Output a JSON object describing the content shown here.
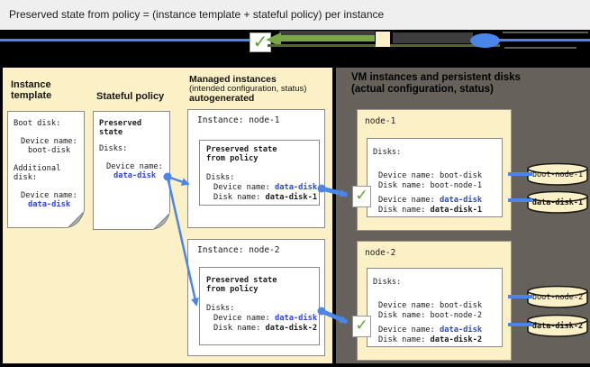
{
  "page": {
    "title": "Preserved state from policy = (instance template + stateful policy) per instance"
  },
  "icons": {
    "check": "✓"
  },
  "colors": {
    "cream": "#fcf0c7",
    "panel_dark": "#66615a",
    "blue_text": "#2b46d9",
    "connector_blue": "#4a86e8",
    "check_green": "#5fa131",
    "arrow_green": "#79a646"
  },
  "intended": {
    "template": {
      "header": "Instance template",
      "boot_disk_label": "Boot disk:",
      "boot_device_label": "Device name:",
      "boot_device_value": "boot-disk",
      "additional_line1": "Additional",
      "additional_line2": "disk:",
      "data_device_label": "Device name:",
      "data_device_value": "data-disk"
    },
    "policy": {
      "header": "Stateful policy",
      "title_line1": "Preserved",
      "title_line2": "state",
      "disks_label": "Disks:",
      "device_label": "Device name:",
      "device_value": "data-disk"
    },
    "managed": {
      "header_line1": "Managed instances",
      "header_line2": "(intended configuration, status)",
      "header_line3": "autogenerated",
      "instances": [
        {
          "title": "Instance: node-1",
          "preserved_line1": "Preserved state",
          "preserved_line2": "from policy",
          "disks_label": "Disks:",
          "device_label": "Device name: ",
          "device_value": "data-disk",
          "disk_label": "Disk name: ",
          "disk_value": "data-disk-1"
        },
        {
          "title": "Instance: node-2",
          "preserved_line1": "Preserved state",
          "preserved_line2": "from policy",
          "disks_label": "Disks:",
          "device_label": "Device name: ",
          "device_value": "data-disk",
          "disk_label": "Disk name: ",
          "disk_value": "data-disk-2"
        }
      ]
    }
  },
  "actual": {
    "header_line1": "VM instances and persistent disks",
    "header_line2": "(actual configuration, status)",
    "nodes": [
      {
        "title": "node-1",
        "disks_label": "Disks:",
        "boot_device_label": "Device name: ",
        "boot_device_value": "boot-disk",
        "boot_disk_label": "Disk name: ",
        "boot_disk_value": "boot-node-1",
        "data_device_label": "Device name: ",
        "data_device_value": "data-disk",
        "data_disk_label": "Disk name: ",
        "data_disk_value": "data-disk-1",
        "cylinders": [
          "boot-node-1",
          "data-disk-1"
        ]
      },
      {
        "title": "node-2",
        "disks_label": "Disks:",
        "boot_device_label": "Device name: ",
        "boot_device_value": "boot-disk",
        "boot_disk_label": "Disk name: ",
        "boot_disk_value": "boot-node-2",
        "data_device_label": "Device name: ",
        "data_device_value": "data-disk",
        "data_disk_label": "Disk name: ",
        "data_disk_value": "data-disk-2",
        "cylinders": [
          "boot-node-2",
          "data-disk-2"
        ]
      }
    ]
  }
}
